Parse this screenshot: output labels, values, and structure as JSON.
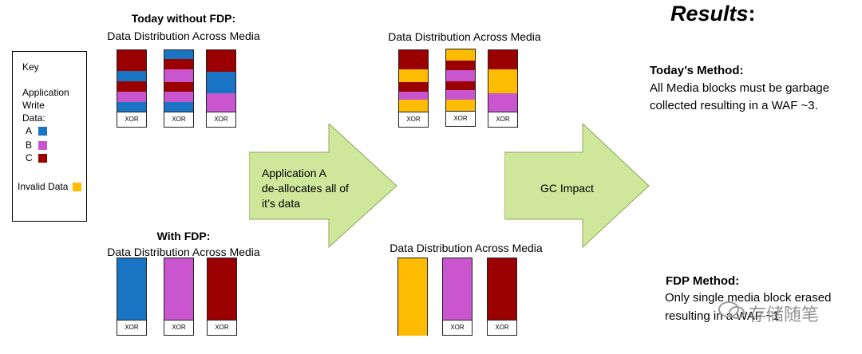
{
  "colors": {
    "A": "#1a74c4",
    "B": "#c956cf",
    "C": "#9b0000",
    "invalid": "#fdbb01",
    "arrow": "#cfe79b"
  },
  "key": {
    "title": "Key",
    "line1": "Application",
    "line2": "Write",
    "line3": "Data:",
    "a_label": "A",
    "b_label": "B",
    "c_label": "C",
    "invalid_label": "Invalid Data"
  },
  "top_left": {
    "title": "Today without FDP:",
    "subtitle": "Data Distribution Across Media",
    "xor_label": "XOR"
  },
  "bottom_left": {
    "title": "With FDP:",
    "subtitle": "Data Distribution Across Media",
    "xor_label": "XOR"
  },
  "top_mid": {
    "subtitle": "Data Distribution Across Media",
    "xor_label": "XOR"
  },
  "bottom_mid": {
    "subtitle": "Data Distribution Across Media",
    "xor_label": "XOR"
  },
  "arrow1": {
    "line1": "Application A",
    "line2": "de-allocates all of",
    "line3": "it’s data"
  },
  "arrow2": {
    "label": "GC Impact"
  },
  "results": {
    "title": "Results",
    "colon": ":",
    "today_heading": "Today’s Method:",
    "today_line1": "All Media blocks must be garbage",
    "today_line2": "collected resulting in a WAF ~3.",
    "fdp_heading": "FDP Method:",
    "fdp_line1": "Only single media block erased",
    "fdp_line2": "resulting in a WAF ~1"
  },
  "watermark": "存储随笔"
}
